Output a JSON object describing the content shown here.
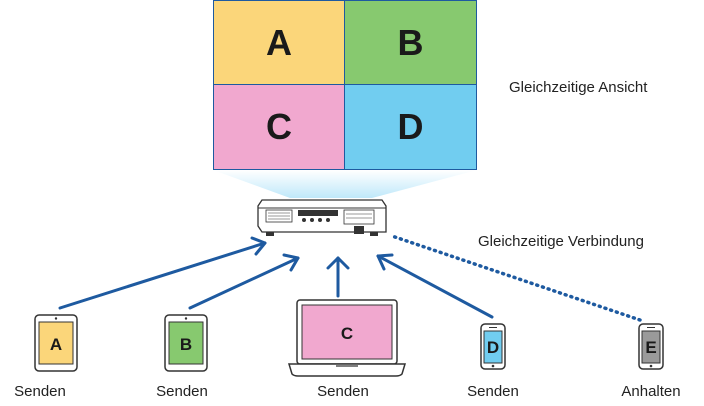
{
  "screen": {
    "quadrants": [
      {
        "letter": "A",
        "color": "#fbd67a"
      },
      {
        "letter": "B",
        "color": "#87c96f"
      },
      {
        "letter": "C",
        "color": "#f1a8cf"
      },
      {
        "letter": "D",
        "color": "#71cdf0"
      }
    ],
    "label": "Gleichzeitige Ansicht"
  },
  "connection_label": "Gleichzeitige Verbindung",
  "devices": [
    {
      "letter": "A",
      "type": "tablet",
      "color": "#fbd67a",
      "label": "Senden"
    },
    {
      "letter": "B",
      "type": "tablet",
      "color": "#87c96f",
      "label": "Senden"
    },
    {
      "letter": "C",
      "type": "laptop",
      "color": "#f1a8cf",
      "label": "Senden"
    },
    {
      "letter": "D",
      "type": "phone",
      "color": "#71cdf0",
      "label": "Senden"
    },
    {
      "letter": "E",
      "type": "phone",
      "color": "#9a9a9a",
      "label": "Anhalten"
    }
  ],
  "colors": {
    "arrow": "#1e5aa0",
    "beam": "#cdeefb",
    "outline": "#333333"
  }
}
